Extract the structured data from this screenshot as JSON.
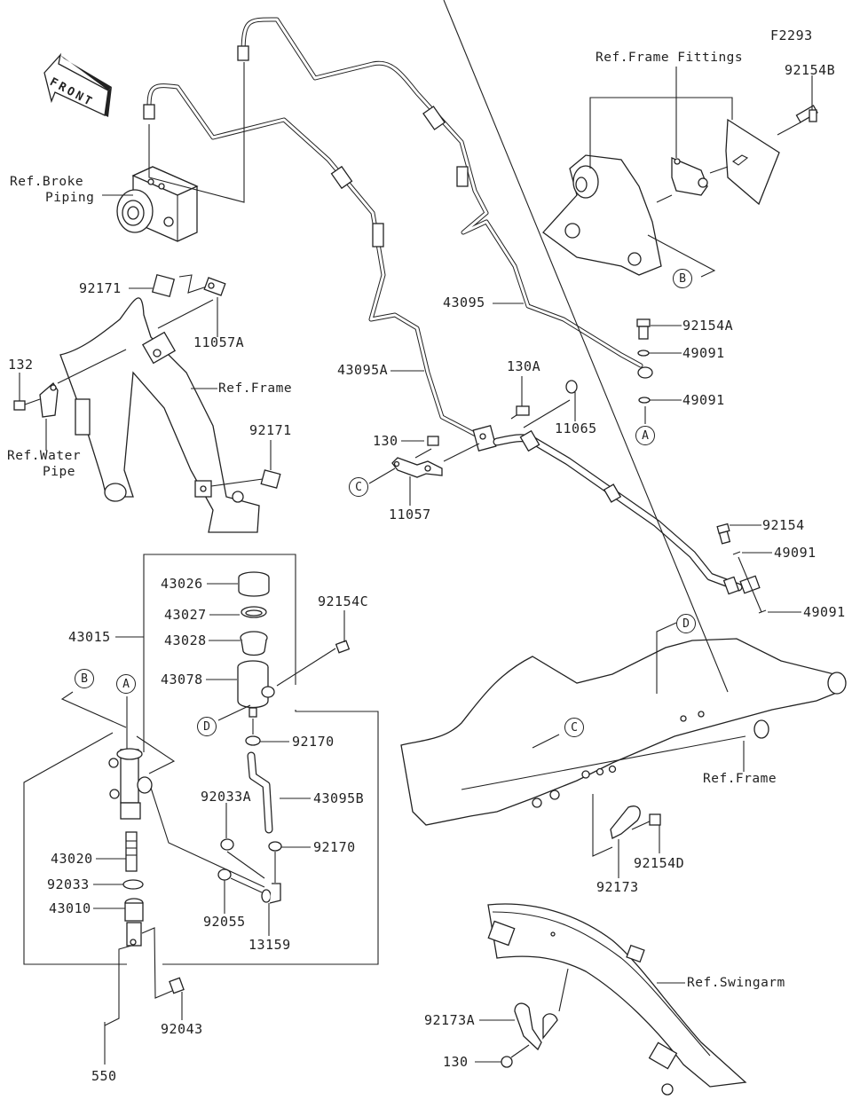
{
  "diagram": {
    "figure_code": "F2293",
    "front_arrow_label": "FRONT",
    "references": {
      "brake_piping": [
        "Ref.Broke",
        "Piping"
      ],
      "frame_fittings": "Ref.Frame Fittings",
      "frame_upper": "Ref.Frame",
      "water_pipe": [
        "Ref.Water",
        "Pipe"
      ],
      "frame_lower": "Ref.Frame",
      "swingarm": "Ref.Swingarm"
    },
    "callouts": {
      "A_top": "A",
      "A_lower": "A",
      "B_top": "B",
      "B_lower": "B",
      "C_top": "C",
      "C_lower": "C",
      "D_top": "D",
      "D_lower": "D"
    },
    "part_numbers": {
      "p92154B": "92154B",
      "p92171_top": "92171",
      "p11057A": "11057A",
      "p132": "132",
      "p92171_mid": "92171",
      "p43095": "43095",
      "p92154A": "92154A",
      "p49091_a": "49091",
      "p49091_b": "49091",
      "p43095A": "43095A",
      "p130A": "130A",
      "p11065": "11065",
      "p130_top": "130",
      "p11057": "11057",
      "p92154": "92154",
      "p49091_c": "49091",
      "p49091_d": "49091",
      "p43026": "43026",
      "p43027": "43027",
      "p43028": "43028",
      "p43015": "43015",
      "p43078": "43078",
      "p92154C": "92154C",
      "p92170_a": "92170",
      "p92033A": "92033A",
      "p43095B": "43095B",
      "p92170_b": "92170",
      "p43020": "43020",
      "p92033": "92033",
      "p43010": "43010",
      "p92055": "92055",
      "p13159": "13159",
      "p92043": "92043",
      "p550": "550",
      "p92173": "92173",
      "p92154D": "92154D",
      "p92173A": "92173A",
      "p130_bottom": "130"
    }
  }
}
